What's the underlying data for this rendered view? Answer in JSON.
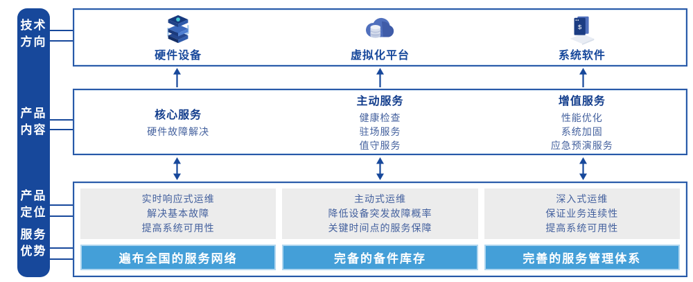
{
  "sidebar": {
    "items": [
      {
        "id": "tech-direction",
        "label": "技术方向"
      },
      {
        "id": "product-content",
        "label": "产品内容"
      },
      {
        "id": "product-positioning",
        "label": "产品定位"
      },
      {
        "id": "service-advantage",
        "label": "服务优势"
      }
    ]
  },
  "tech_row": {
    "items": [
      {
        "icon": "server-stack-icon",
        "label": "硬件设备"
      },
      {
        "icon": "cloud-database-icon",
        "label": "虚拟化平台"
      },
      {
        "icon": "software-window-icon",
        "label": "系统软件",
        "icon_glyph": "$"
      }
    ]
  },
  "content_row": {
    "columns": [
      {
        "heading": "核心服务",
        "items": [
          "硬件故障解决"
        ]
      },
      {
        "heading": "主动服务",
        "items": [
          "健康检查",
          "驻场服务",
          "值守服务"
        ]
      },
      {
        "heading": "增值服务",
        "items": [
          "性能优化",
          "系统加固",
          "应急预演服务"
        ]
      }
    ]
  },
  "positioning_row": {
    "columns": [
      {
        "lines": [
          "实时响应式运维",
          "解决基本故障",
          "提高系统可用性"
        ],
        "advantage": "遍布全国的服务网络"
      },
      {
        "lines": [
          "主动式运维",
          "降低设备突发故障概率",
          "关键时间点的服务保障"
        ],
        "advantage": "完备的备件库存"
      },
      {
        "lines": [
          "深入式运维",
          "保证业务连续性",
          "提高系统可用性"
        ],
        "advantage": "完善的服务管理体系"
      }
    ]
  },
  "colors": {
    "navy": "#17489B",
    "box_border": "#2859A8",
    "heading_text": "#123D8C",
    "body_text": "#44619E",
    "gray_panel": "#ECECEC",
    "sky_blue_bar": "#449FD8",
    "bar_outline": "#B0D6EF"
  }
}
